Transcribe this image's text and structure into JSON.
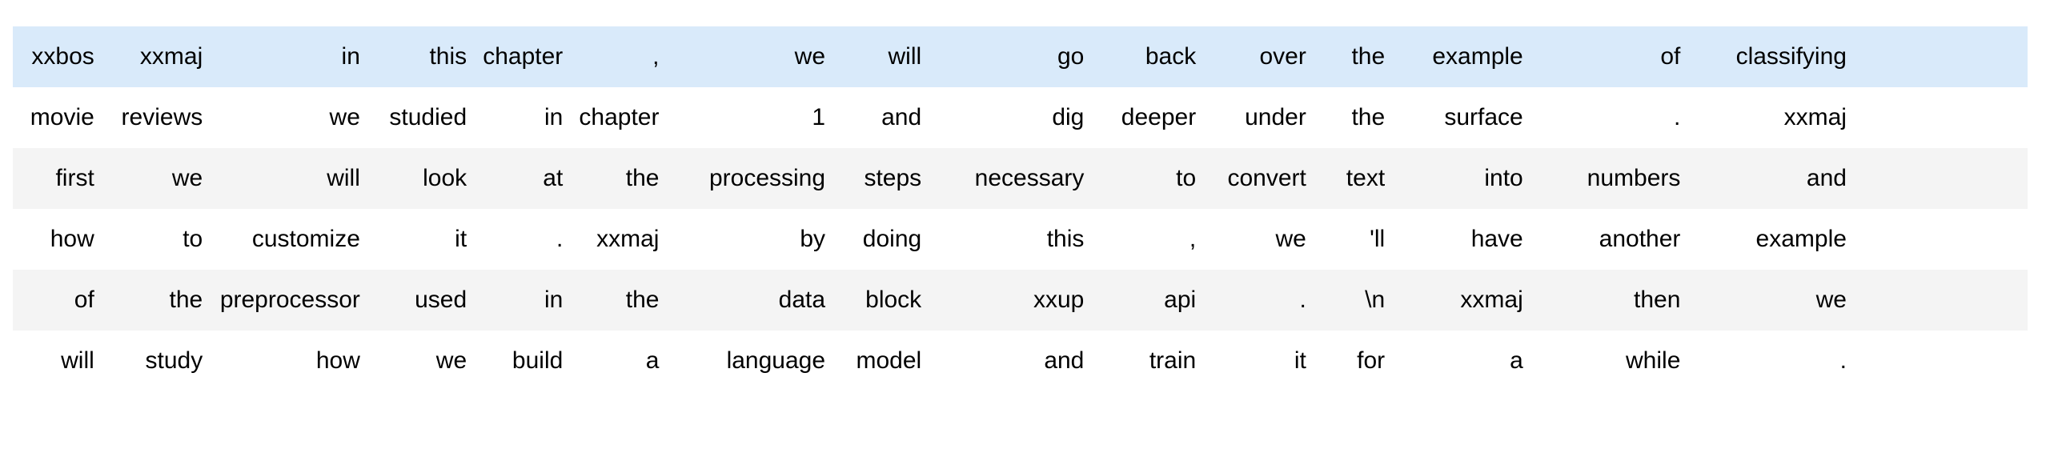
{
  "table": {
    "type": "token-grid",
    "column_count": 16,
    "row_count": 6,
    "text_align": "right",
    "colors": {
      "highlight_row_background": "#d9eafa",
      "odd_row_background": "#ffffff",
      "even_row_background": "#f4f4f4",
      "text": "#000000",
      "page_background": "#ffffff"
    },
    "rows": [
      {
        "style": "highlight",
        "cells": [
          "xxbos",
          "xxmaj",
          "in",
          "this",
          "chapter",
          ",",
          "we",
          "will",
          "go",
          "back",
          "over",
          "the",
          "example",
          "of",
          "classifying"
        ]
      },
      {
        "style": "odd",
        "cells": [
          "movie",
          "reviews",
          "we",
          "studied",
          "in",
          "chapter",
          "1",
          "and",
          "dig",
          "deeper",
          "under",
          "the",
          "surface",
          ".",
          "xxmaj"
        ]
      },
      {
        "style": "even",
        "cells": [
          "first",
          "we",
          "will",
          "look",
          "at",
          "the",
          "processing",
          "steps",
          "necessary",
          "to",
          "convert",
          "text",
          "into",
          "numbers",
          "and"
        ]
      },
      {
        "style": "odd",
        "cells": [
          "how",
          "to",
          "customize",
          "it",
          ".",
          "xxmaj",
          "by",
          "doing",
          "this",
          ",",
          "we",
          "'ll",
          "have",
          "another",
          "example"
        ]
      },
      {
        "style": "even",
        "cells": [
          "of",
          "the",
          "preprocessor",
          "used",
          "in",
          "the",
          "data",
          "block",
          "xxup",
          "api",
          ".",
          "\\n",
          "xxmaj",
          "then",
          "we"
        ]
      },
      {
        "style": "odd",
        "cells": [
          "will",
          "study",
          "how",
          "we",
          "build",
          "a",
          "language",
          "model",
          "and",
          "train",
          "it",
          "for",
          "a",
          "while",
          "."
        ]
      }
    ],
    "rows_layout": [
      {
        "row": 0,
        "cells": [
          "xxbos",
          "xxmaj",
          "in",
          "this",
          "chapter",
          ",",
          "we",
          "will",
          "go",
          "back",
          "over",
          "the",
          "example",
          "of",
          "classifying",
          ""
        ]
      },
      {
        "row": 1,
        "cells": [
          "movie",
          "reviews",
          "we",
          "studied",
          "in",
          "chapter",
          "1",
          "and",
          "dig",
          "deeper",
          "under",
          "the",
          "surface",
          ".",
          "xxmaj",
          ""
        ]
      },
      {
        "row": 2,
        "cells": [
          "first",
          "we",
          "will",
          "look",
          "at",
          "the",
          "processing",
          "steps",
          "necessary",
          "to",
          "convert",
          "text",
          "into",
          "numbers",
          "and",
          ""
        ]
      },
      {
        "row": 3,
        "cells": [
          "how",
          "to",
          "customize",
          "it",
          ".",
          "xxmaj",
          "by",
          "doing",
          "this",
          ",",
          "we",
          "'ll",
          "have",
          "another",
          "example",
          ""
        ]
      },
      {
        "row": 4,
        "cells": [
          "of",
          "the",
          "preprocessor",
          "used",
          "in",
          "the",
          "data",
          "block",
          "xxup",
          "api",
          ".",
          "\\n",
          "xxmaj",
          "then",
          "we",
          ""
        ]
      },
      {
        "row": 5,
        "cells": [
          "will",
          "study",
          "how",
          "we",
          "build",
          "a",
          "language",
          "model",
          "and",
          "train",
          "it",
          "for",
          "a",
          "while",
          ".",
          ""
        ]
      }
    ],
    "grid": [
      [
        "xxbos",
        "xxmaj",
        "in",
        "this",
        "chapter",
        ",",
        "we",
        "will",
        "go",
        "back",
        "over",
        "the",
        "example",
        "of",
        "classifying"
      ],
      [
        "movie",
        "reviews",
        "we",
        "studied",
        "in",
        "chapter",
        "1",
        "and",
        "dig",
        "deeper",
        "under",
        "the",
        "surface",
        ".",
        "xxmaj"
      ],
      [
        "first",
        "we",
        "will",
        "look",
        "at",
        "the",
        "processing",
        "steps",
        "necessary",
        "to",
        "convert",
        "text",
        "into",
        "numbers",
        "and"
      ],
      [
        "how",
        "to",
        "customize",
        "it",
        ".",
        "xxmaj",
        "by",
        "doing",
        "this",
        ",",
        "we",
        "'ll",
        "have",
        "another",
        "example"
      ],
      [
        "of",
        "the",
        "preprocessor",
        "used",
        "in",
        "the",
        "data",
        "block",
        "xxup",
        "api",
        ".",
        "\\n",
        "xxmaj",
        "then",
        "we"
      ],
      [
        "will",
        "study",
        "how",
        "we",
        "build",
        "a",
        "language",
        "model",
        "and",
        "train",
        "it",
        "for",
        "a",
        "while",
        "."
      ]
    ]
  }
}
